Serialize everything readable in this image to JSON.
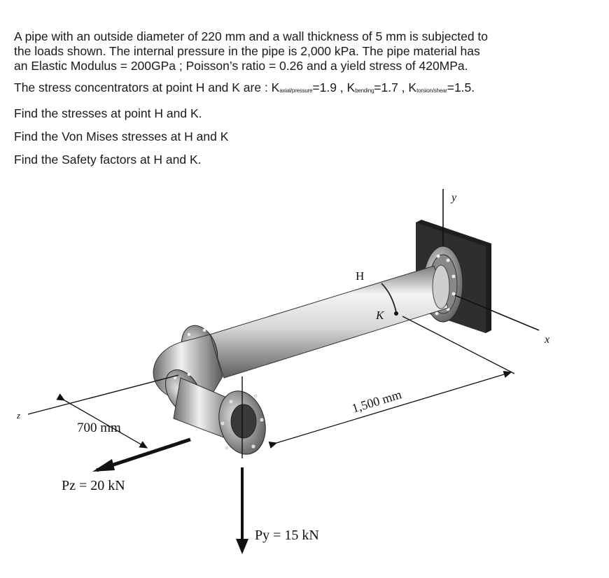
{
  "problem": {
    "intro_lines": [
      "A pipe with an outside diameter of 220 mm and a wall thickness of 5 mm is subjected to",
      "the loads shown. The internal pressure in the pipe is 2,000 kPa. The pipe material has",
      "an Elastic Modulus = 200GPa ; Poisson’s ratio = 0.26 and a yield stress of 420MPa."
    ],
    "stress_conc": {
      "prefix": "The stress concentrators at point H and K are : K",
      "k1_sub": "axial/pressure",
      "k1_val": "=1.9 , K",
      "k2_sub": "bending",
      "k2_val": "=1.7 , K",
      "k3_sub": "torsion/shear",
      "k3_val": "=1.5."
    },
    "questions": [
      "Find the stresses at point H and K.",
      "Find the Von Mises stresses at H and K",
      "Find the Safety factors at H and K."
    ]
  },
  "figure": {
    "axis_y": "y",
    "axis_x": "x",
    "axis_z": "z",
    "point_h": "H",
    "point_k": "K",
    "dim_length": "1,500 mm",
    "dim_offset": "700 mm",
    "load_z": "Pz = 20 kN",
    "load_y": "Py = 15 kN",
    "colors": {
      "wall": "#2a2a2a",
      "pipe_light": "#f2f2f2",
      "pipe_dark": "#6e6e6e",
      "ink": "#111111"
    }
  }
}
